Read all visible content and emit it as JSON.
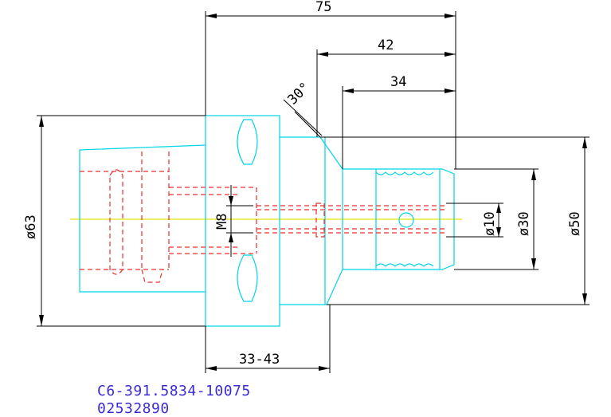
{
  "dimensions": {
    "overall_length": "75",
    "length_42": "42",
    "length_34": "34",
    "chamfer_angle": "30°",
    "diameter_63": "ø63",
    "diameter_50": "ø50",
    "diameter_30": "ø30",
    "diameter_10": "ø10",
    "thread": "M8",
    "adjust_range": "33-43"
  },
  "part": {
    "order_code": "C6-391.5834-10075",
    "item_number": "02532890"
  },
  "colors": {
    "outline": "#00d4e6",
    "hidden": "#e53030",
    "centerline": "#e8e830",
    "dimension": "#000000",
    "code_text": "#3a2bd6"
  }
}
